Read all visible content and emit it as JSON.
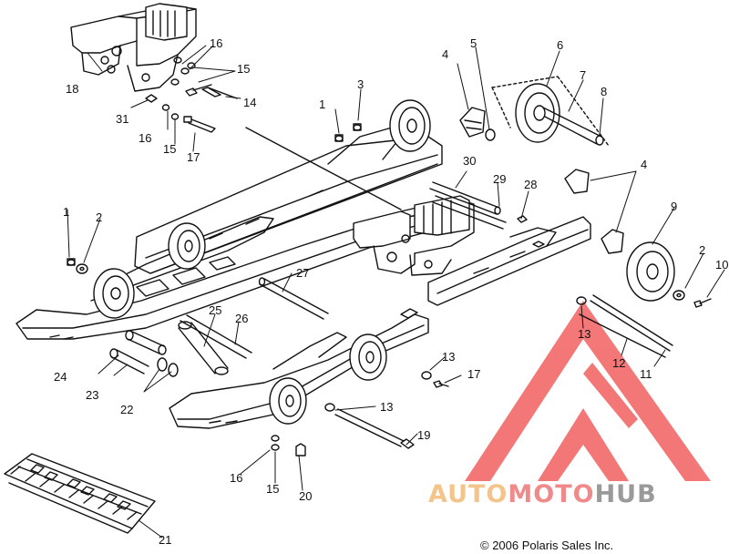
{
  "diagram": {
    "callouts": [
      "1",
      "2",
      "3",
      "4",
      "5",
      "6",
      "7",
      "8",
      "9",
      "10",
      "11",
      "12",
      "13",
      "14",
      "15",
      "16",
      "17",
      "18",
      "19",
      "20",
      "21",
      "22",
      "23",
      "24",
      "25",
      "26",
      "27",
      "28",
      "29",
      "30",
      "31"
    ],
    "copyright": "© 2006 Polaris Sales Inc."
  },
  "watermark": {
    "part1": "AUTO",
    "part2": "MOTO",
    "part3": "HUB",
    "colors": {
      "auto": "#f5c48a",
      "moto": "#f08a8a",
      "hub": "#9a9a9a",
      "logo": "#f26060"
    }
  }
}
